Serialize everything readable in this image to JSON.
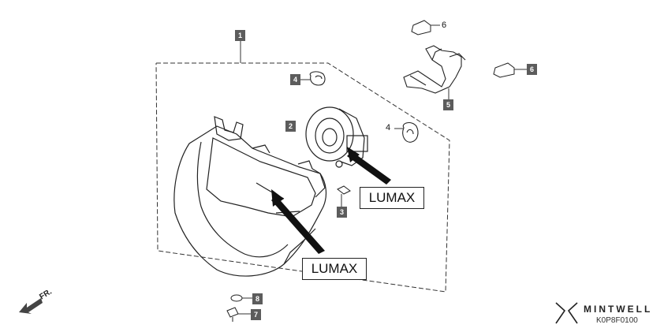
{
  "diagram": {
    "callouts": [
      {
        "id": "lumax-upper",
        "text": "LUMAX"
      },
      {
        "id": "lumax-lower",
        "text": "LUMAX"
      }
    ],
    "part_numbers": {
      "p1": "1",
      "p2": "2",
      "p3": "3",
      "p4a": "4",
      "p4b": "4",
      "p5": "5",
      "p6a": "6",
      "p6b": "6",
      "p7": "7",
      "p8": "8"
    },
    "direction_label": "FR.",
    "brand": "MINTWELL",
    "diagram_code": "K0P8F0100",
    "colors": {
      "line": "#222222",
      "label_box": "#5c5c5c"
    }
  }
}
